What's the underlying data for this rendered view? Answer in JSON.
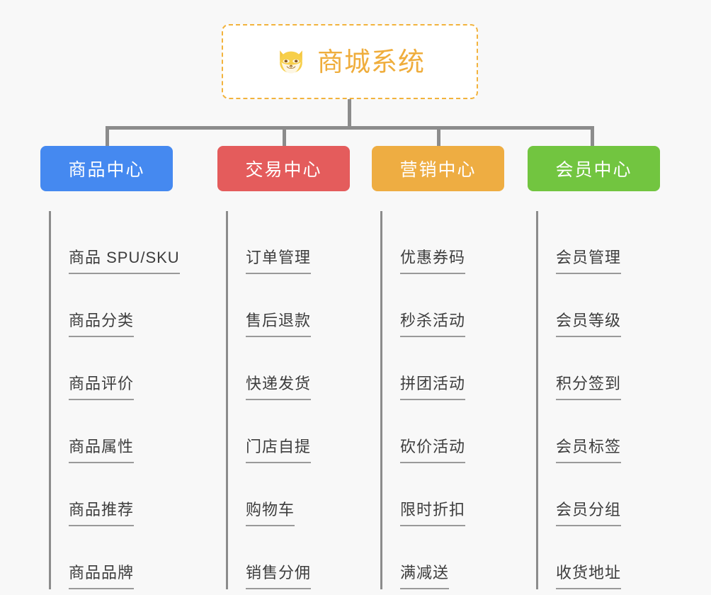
{
  "diagram": {
    "type": "mindmap",
    "background_color": "#f8f8f8",
    "root": {
      "title": "商城系统",
      "icon": "shiba-dog-face-icon",
      "text_color": "#efad3c",
      "border_color": "#f2b33d",
      "background_color": "#ffffff"
    },
    "connector_color": "#8c8c8c",
    "leaf_text_color": "#3d3d3d",
    "leaf_underline_color": "#9a9a9a",
    "branches": [
      {
        "label": "商品中心",
        "color": "#4589f0",
        "items": [
          "商品 SPU/SKU",
          "商品分类",
          "商品评价",
          "商品属性",
          "商品推荐",
          "商品品牌"
        ]
      },
      {
        "label": "交易中心",
        "color": "#e45c5c",
        "items": [
          "订单管理",
          "售后退款",
          "快递发货",
          "门店自提",
          "购物车",
          "销售分佣"
        ]
      },
      {
        "label": "营销中心",
        "color": "#eead42",
        "items": [
          "优惠券码",
          "秒杀活动",
          "拼团活动",
          "砍价活动",
          "限时折扣",
          "满减送"
        ]
      },
      {
        "label": "会员中心",
        "color": "#72c540",
        "items": [
          "会员管理",
          "会员等级",
          "积分签到",
          "会员标签",
          "会员分组",
          "收货地址"
        ]
      }
    ]
  }
}
